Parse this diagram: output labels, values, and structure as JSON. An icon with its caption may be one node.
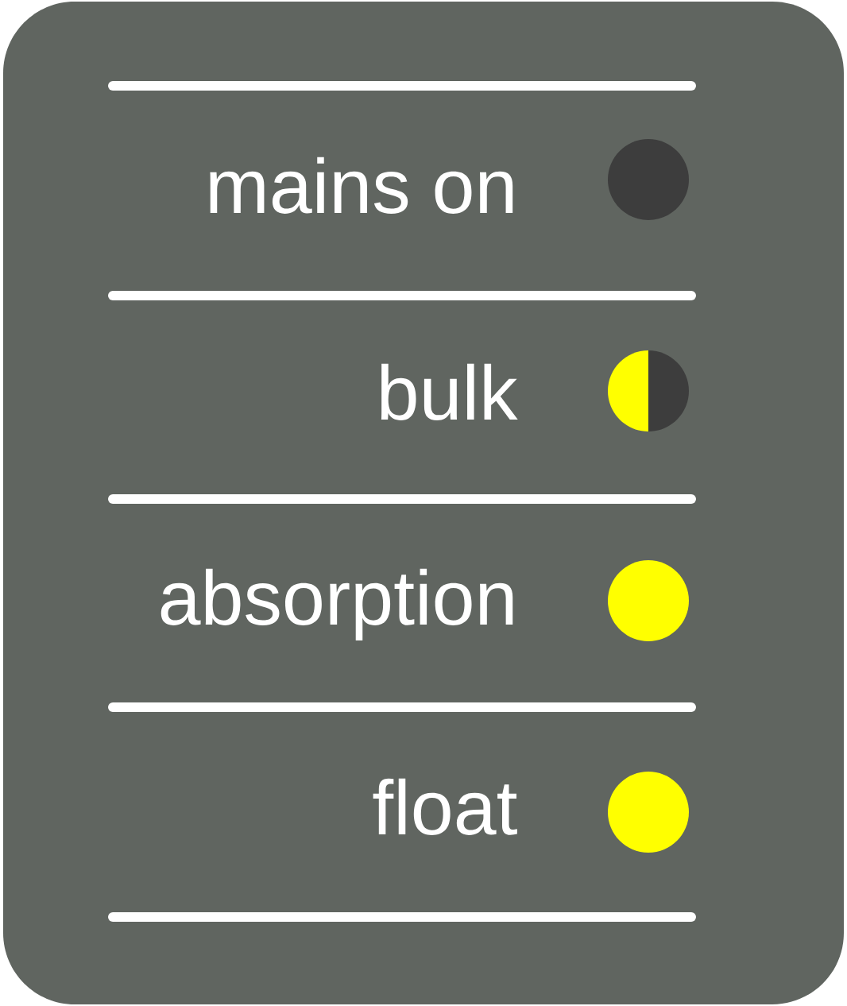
{
  "diagram": {
    "labels": [
      "mains on",
      "bulk",
      "absorption",
      "float"
    ]
  }
}
